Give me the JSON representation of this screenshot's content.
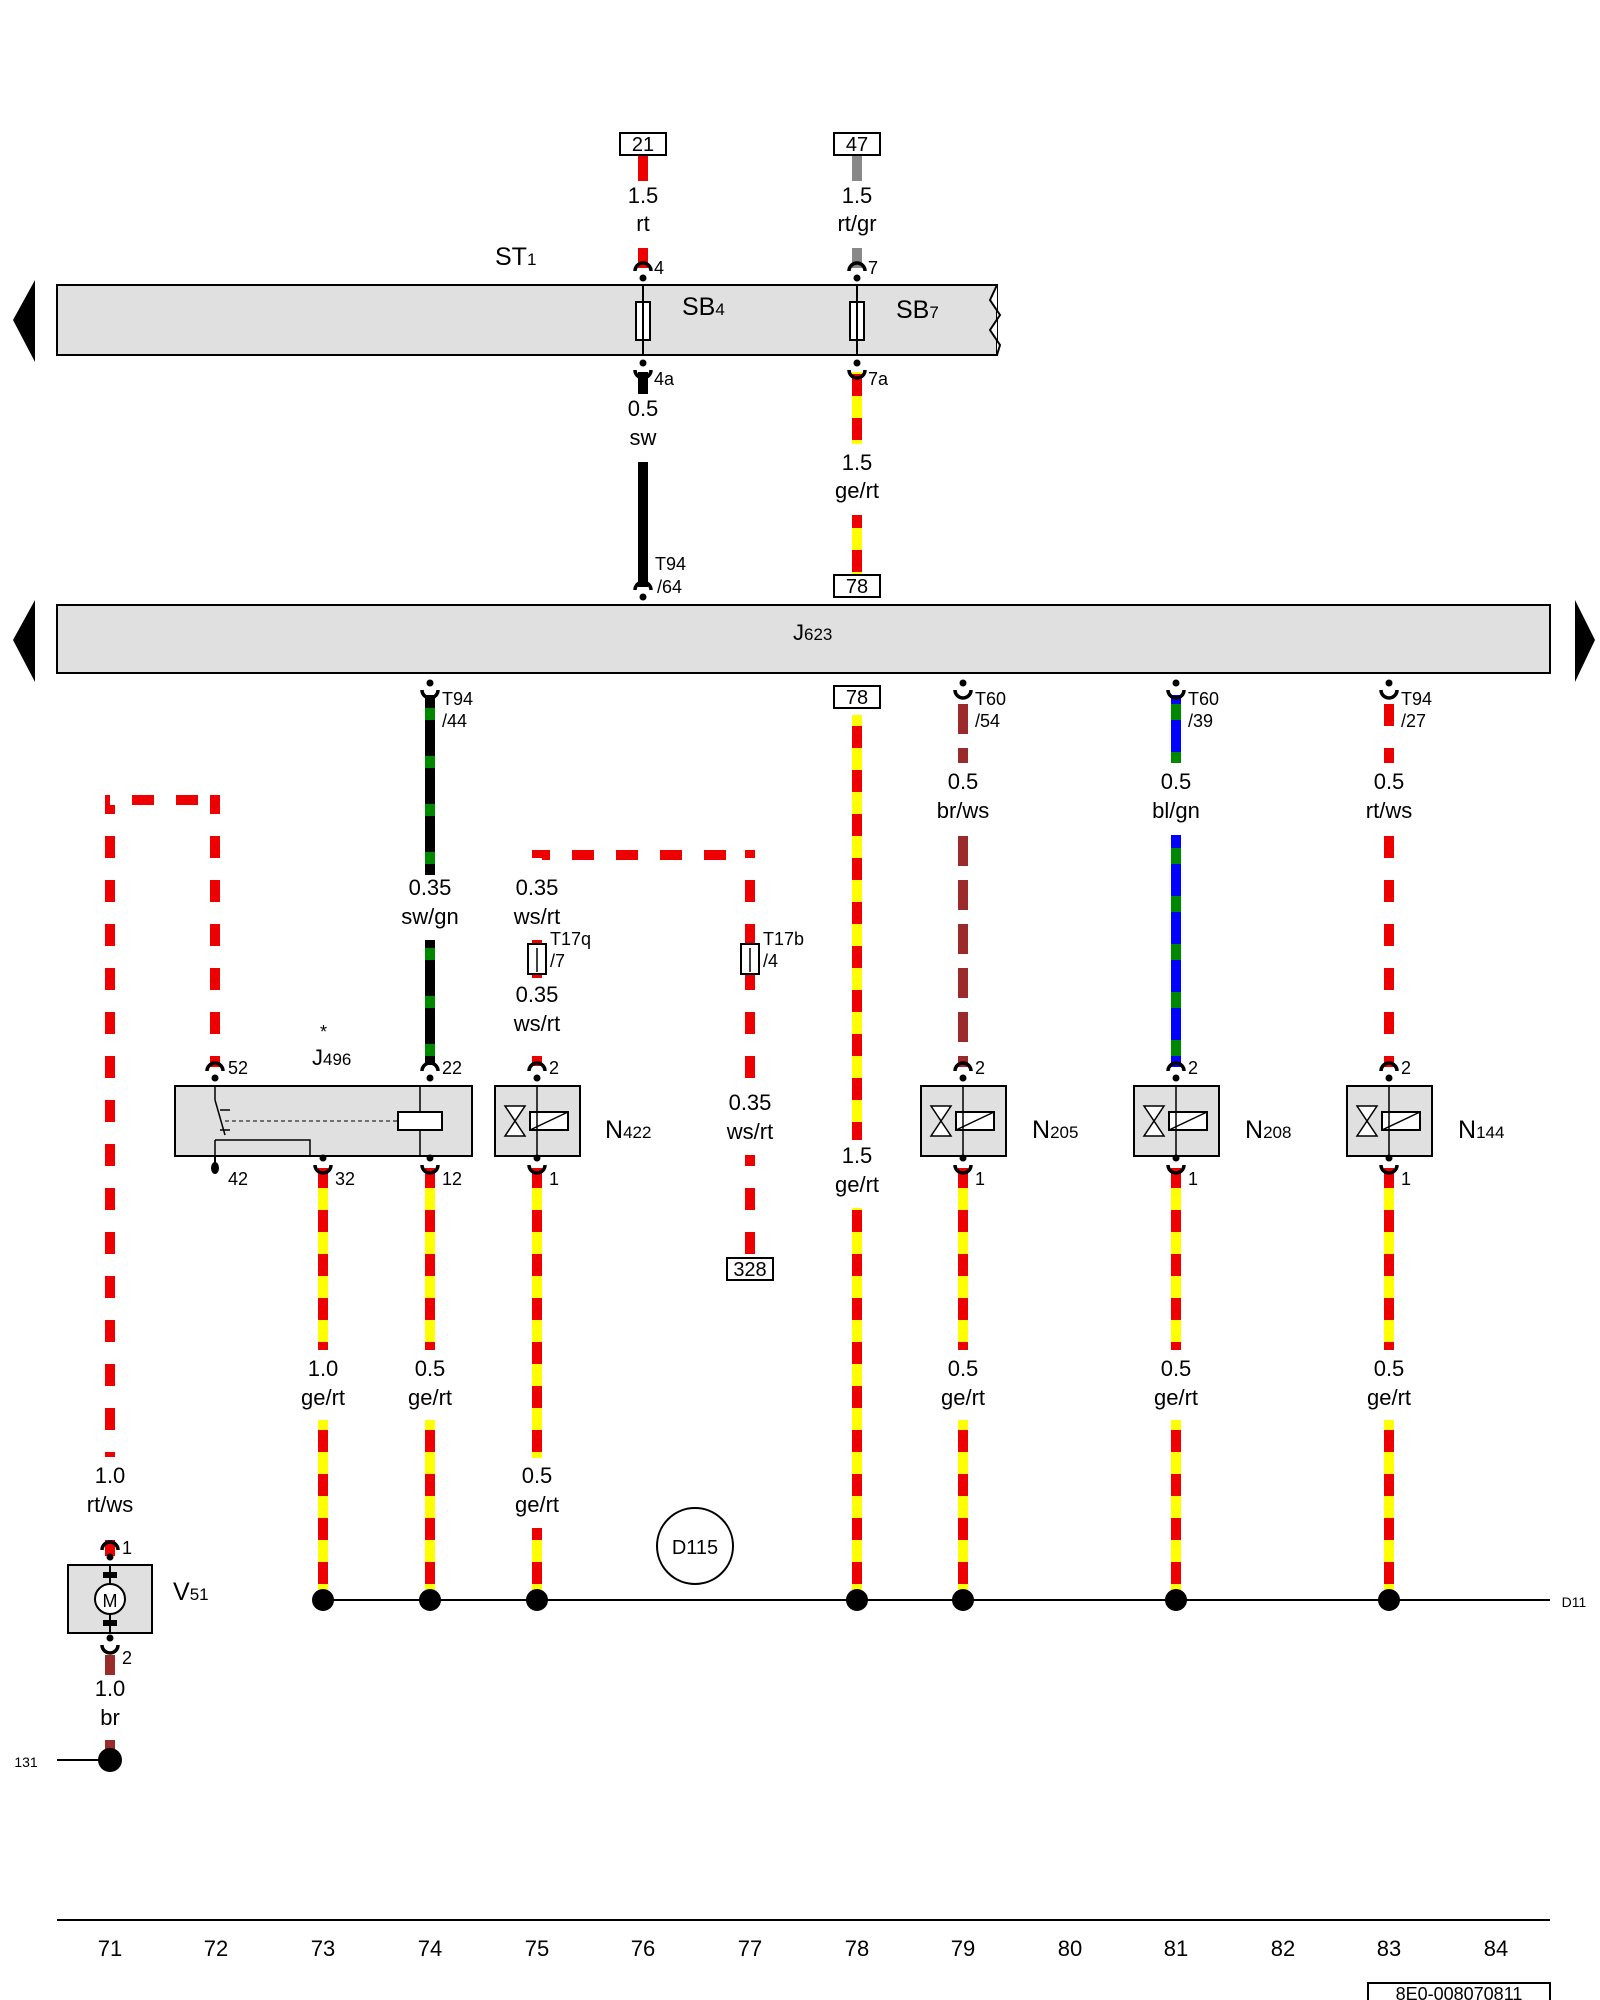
{
  "diagram": {
    "document_number": "8E0-008070811",
    "components": {
      "st1": {
        "name": "ST",
        "sub": "1"
      },
      "sb4": {
        "name": "SB",
        "sub": "4"
      },
      "sb7": {
        "name": "SB",
        "sub": "7"
      },
      "j623": {
        "name": "J",
        "sub": "623"
      },
      "j496": {
        "name": "J",
        "sub": "496",
        "mark": "*"
      },
      "n422": {
        "name": "N",
        "sub": "422"
      },
      "n205": {
        "name": "N",
        "sub": "205"
      },
      "n208": {
        "name": "N",
        "sub": "208"
      },
      "n144": {
        "name": "N",
        "sub": "144"
      },
      "v51": {
        "name": "V",
        "sub": "51",
        "symbol": "M"
      }
    },
    "refs": {
      "r21": "21",
      "r47": "47",
      "r78a": "78",
      "r78b": "78",
      "r328": "328",
      "d115": "D115",
      "d11": "D11",
      "p131": "131"
    },
    "pins": {
      "p4": "4",
      "p7": "7",
      "p4a": "4a",
      "p7a": "7a",
      "t94_64a": "T94",
      "t94_64b": "/64",
      "t94_44a": "T94",
      "t94_44b": "/44",
      "t60_54a": "T60",
      "t60_54b": "/54",
      "t60_39a": "T60",
      "t60_39b": "/39",
      "t94_27a": "T94",
      "t94_27b": "/27",
      "t17qa": "T17q",
      "t17qb": "/7",
      "t17ba": "T17b",
      "t17bb": "/4",
      "j52": "52",
      "j22": "22",
      "j42": "42",
      "j32": "32",
      "j12": "12",
      "n422_2": "2",
      "n422_1": "1",
      "n205_2": "2",
      "n205_1": "1",
      "n208_2": "2",
      "n208_1": "1",
      "n144_2": "2",
      "n144_1": "1",
      "v51_1": "1",
      "v51_2": "2"
    },
    "wires": {
      "w21": {
        "size": "1.5",
        "color": "rt"
      },
      "w47": {
        "size": "1.5",
        "color": "rt/gr"
      },
      "w4a": {
        "size": "0.5",
        "color": "sw"
      },
      "w7a": {
        "size": "1.5",
        "color": "ge/rt"
      },
      "w44": {
        "size": "0.35",
        "color": "sw/gn"
      },
      "w75top": {
        "size": "0.35",
        "color": "ws/rt"
      },
      "w75mid": {
        "size": "0.35",
        "color": "ws/rt"
      },
      "w77": {
        "size": "0.35",
        "color": "ws/rt"
      },
      "w78": {
        "size": "1.5",
        "color": "ge/rt"
      },
      "w79": {
        "size": "0.5",
        "color": "br/ws"
      },
      "w81": {
        "size": "0.5",
        "color": "bl/gn"
      },
      "w83": {
        "size": "0.5",
        "color": "rt/ws"
      },
      "w73": {
        "size": "1.0",
        "color": "ge/rt"
      },
      "w74": {
        "size": "0.5",
        "color": "ge/rt"
      },
      "w75b": {
        "size": "0.5",
        "color": "ge/rt"
      },
      "w79b": {
        "size": "0.5",
        "color": "ge/rt"
      },
      "w81b": {
        "size": "0.5",
        "color": "ge/rt"
      },
      "w83b": {
        "size": "0.5",
        "color": "ge/rt"
      },
      "w71": {
        "size": "1.0",
        "color": "rt/ws"
      },
      "w71b": {
        "size": "1.0",
        "color": "br"
      }
    },
    "columns": [
      "71",
      "72",
      "73",
      "74",
      "75",
      "76",
      "77",
      "78",
      "79",
      "80",
      "81",
      "82",
      "83",
      "84"
    ],
    "wire_colors": {
      "rt": "#ee0000",
      "ws": "#ffffff",
      "sw": "#000000",
      "ge": "#ffff00",
      "gr": "#888888",
      "br": "#9b2a2a",
      "bl": "#0000ff",
      "gn": "#008800",
      "panel": "#e0e0e0"
    }
  }
}
